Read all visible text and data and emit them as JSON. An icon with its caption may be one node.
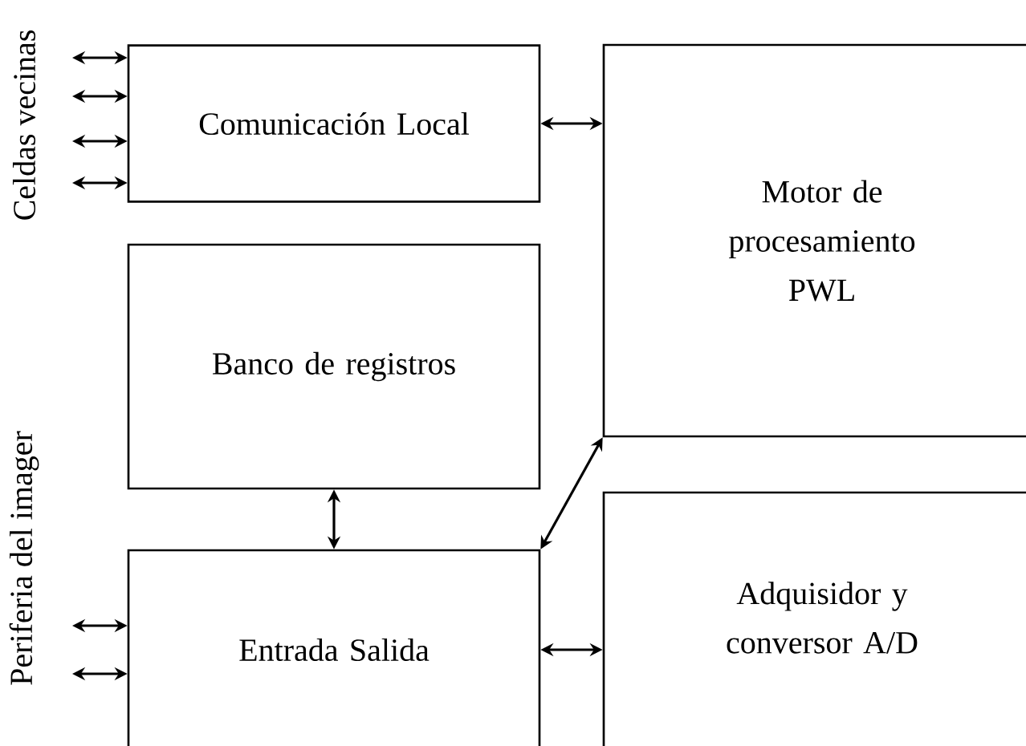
{
  "diagram": {
    "nodes": [
      {
        "text": [
          "Comunicación Local"
        ]
      },
      {
        "text": [
          "Motor de procesamiento PWL"
        ]
      },
      {
        "text": [
          "Banco de registros"
        ]
      },
      {
        "text": [
          "Entrada Salida"
        ]
      },
      {
        "text": [
          "Adquisidor y conversor A/D"
        ]
      }
    ],
    "edges": [
      {
        "from": null,
        "to": 0,
        "arrow": "both"
      },
      {
        "from": null,
        "to": 0,
        "arrow": "both"
      },
      {
        "from": null,
        "to": 0,
        "arrow": "both"
      },
      {
        "from": null,
        "to": 0,
        "arrow": "both"
      },
      {
        "from": 0,
        "to": 1,
        "arrow": "both"
      },
      {
        "from": 2,
        "to": 3,
        "arrow": "both"
      },
      {
        "from": 3,
        "to": 1,
        "arrow": "both"
      },
      {
        "from": null,
        "to": 3,
        "arrow": "both"
      },
      {
        "from": null,
        "to": 3,
        "arrow": "both"
      },
      {
        "from": 3,
        "to": 4,
        "arrow": "both"
      }
    ],
    "labels": [
      "Celdas vecinas",
      "Periferia del imager"
    ]
  }
}
